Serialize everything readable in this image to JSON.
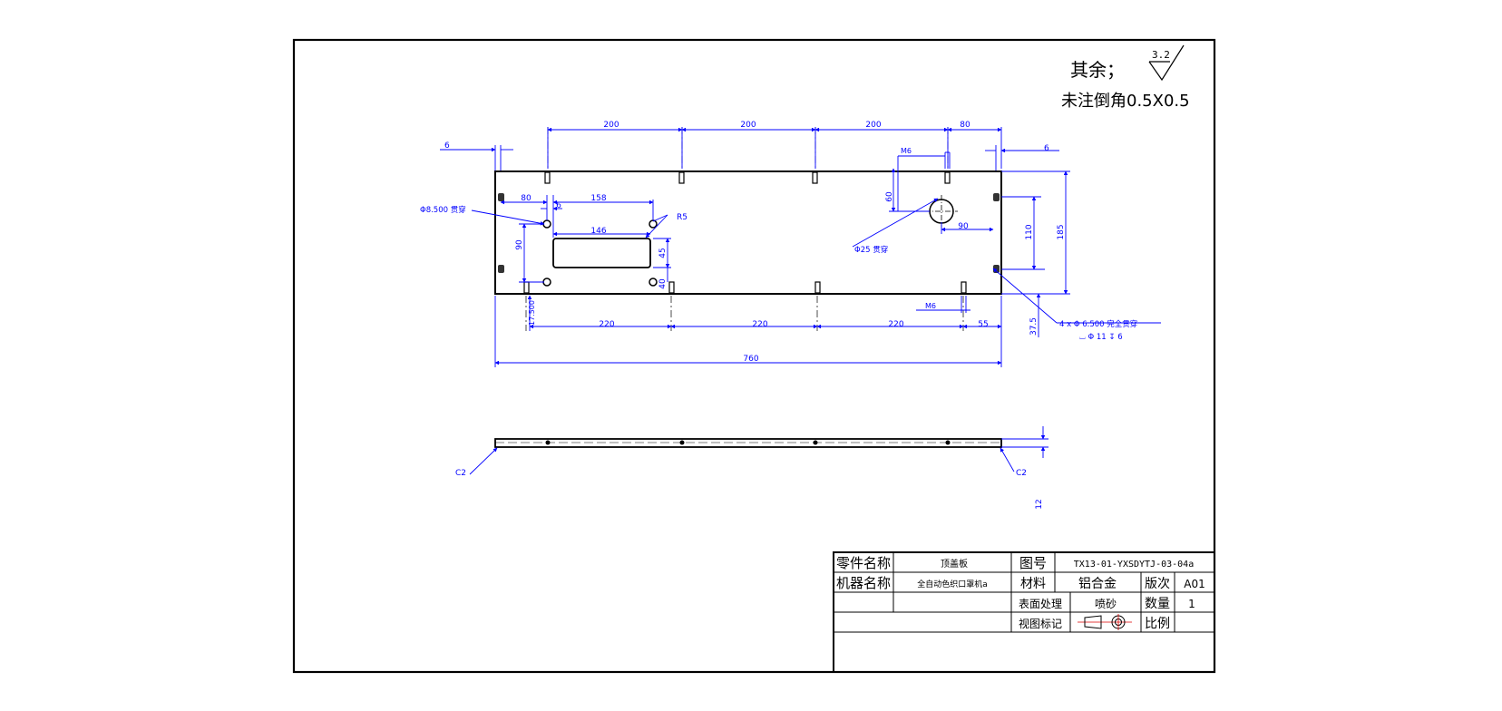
{
  "notes": {
    "roughness_prefix": "其余；",
    "roughness_value": "3.2",
    "chamfer_note": "未注倒角0.5X0.5"
  },
  "dims": {
    "top_200_a": "200",
    "top_200_b": "200",
    "top_200_c": "200",
    "top_80": "80",
    "left_6": "6",
    "right_6": "6",
    "m6_top": "M6",
    "dim_60": "60",
    "dim_90_right": "90",
    "dim_110": "110",
    "dim_185": "185",
    "dim_80_left": "80",
    "dim_6_small": "6",
    "dim_158": "158",
    "hole_8_5": "Φ8.500 贯穿",
    "r5": "R5",
    "dim_146": "146",
    "dim_90_left": "90",
    "dim_45": "45",
    "dim_40": "40",
    "hole_25": "Φ25 贯穿",
    "m6_bottom": "M6",
    "dim_17_5": "17.500",
    "bottom_220_a": "220",
    "bottom_220_b": "220",
    "bottom_220_c": "220",
    "bottom_55": "55",
    "dim_37_5": "37.5",
    "hole_callout_1": "4 x  Φ 6.500 完全贯穿",
    "hole_callout_2": "⌴ Φ 11 ↧ 6",
    "overall_760": "760",
    "c2_left": "C2",
    "c2_right": "C2",
    "thickness_12": "12"
  },
  "title_block": {
    "part_name_label": "零件名称",
    "part_name_value": "顶盖板",
    "drawing_no_label": "图号",
    "drawing_no_value": "TX13-01-YXSDYTJ-03-04a",
    "machine_name_label": "机器名称",
    "machine_name_value": "全自动色织口罩机a",
    "material_label": "材料",
    "material_value": "铝合金",
    "version_label": "版次",
    "version_value": "A01",
    "surface_label": "表面处理",
    "surface_value": "喷砂",
    "quantity_label": "数量",
    "quantity_value": "1",
    "view_mark_label": "视图标记",
    "scale_label": "比例",
    "scale_value": ""
  }
}
